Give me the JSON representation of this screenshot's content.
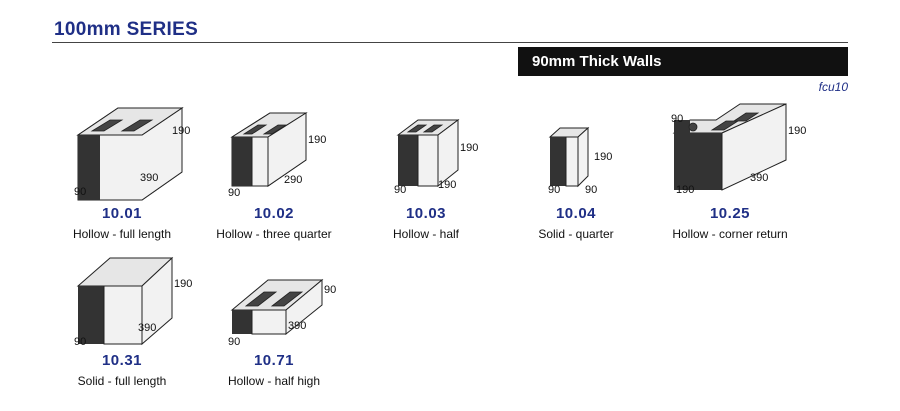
{
  "header": {
    "series_title": "100mm SERIES",
    "walls_banner": "90mm Thick Walls",
    "ref_code": "fcu10"
  },
  "blocks": [
    {
      "code": "10.01",
      "description": "Hollow - full length",
      "dims": [
        "190",
        "390",
        "90"
      ]
    },
    {
      "code": "10.02",
      "description": "Hollow - three quarter",
      "dims": [
        "190",
        "290",
        "90"
      ]
    },
    {
      "code": "10.03",
      "description": "Hollow - half",
      "dims": [
        "190",
        "190",
        "90"
      ]
    },
    {
      "code": "10.04",
      "description": "Solid - quarter",
      "dims": [
        "190",
        "90",
        "90"
      ]
    },
    {
      "code": "10.25",
      "description": "Hollow - corner return",
      "dims": [
        "90",
        "190",
        "390",
        "190"
      ]
    },
    {
      "code": "10.31",
      "description": "Solid - full length",
      "dims": [
        "190",
        "390",
        "90"
      ]
    },
    {
      "code": "10.71",
      "description": "Hollow - half high",
      "dims": [
        "90",
        "390",
        "90"
      ]
    }
  ]
}
